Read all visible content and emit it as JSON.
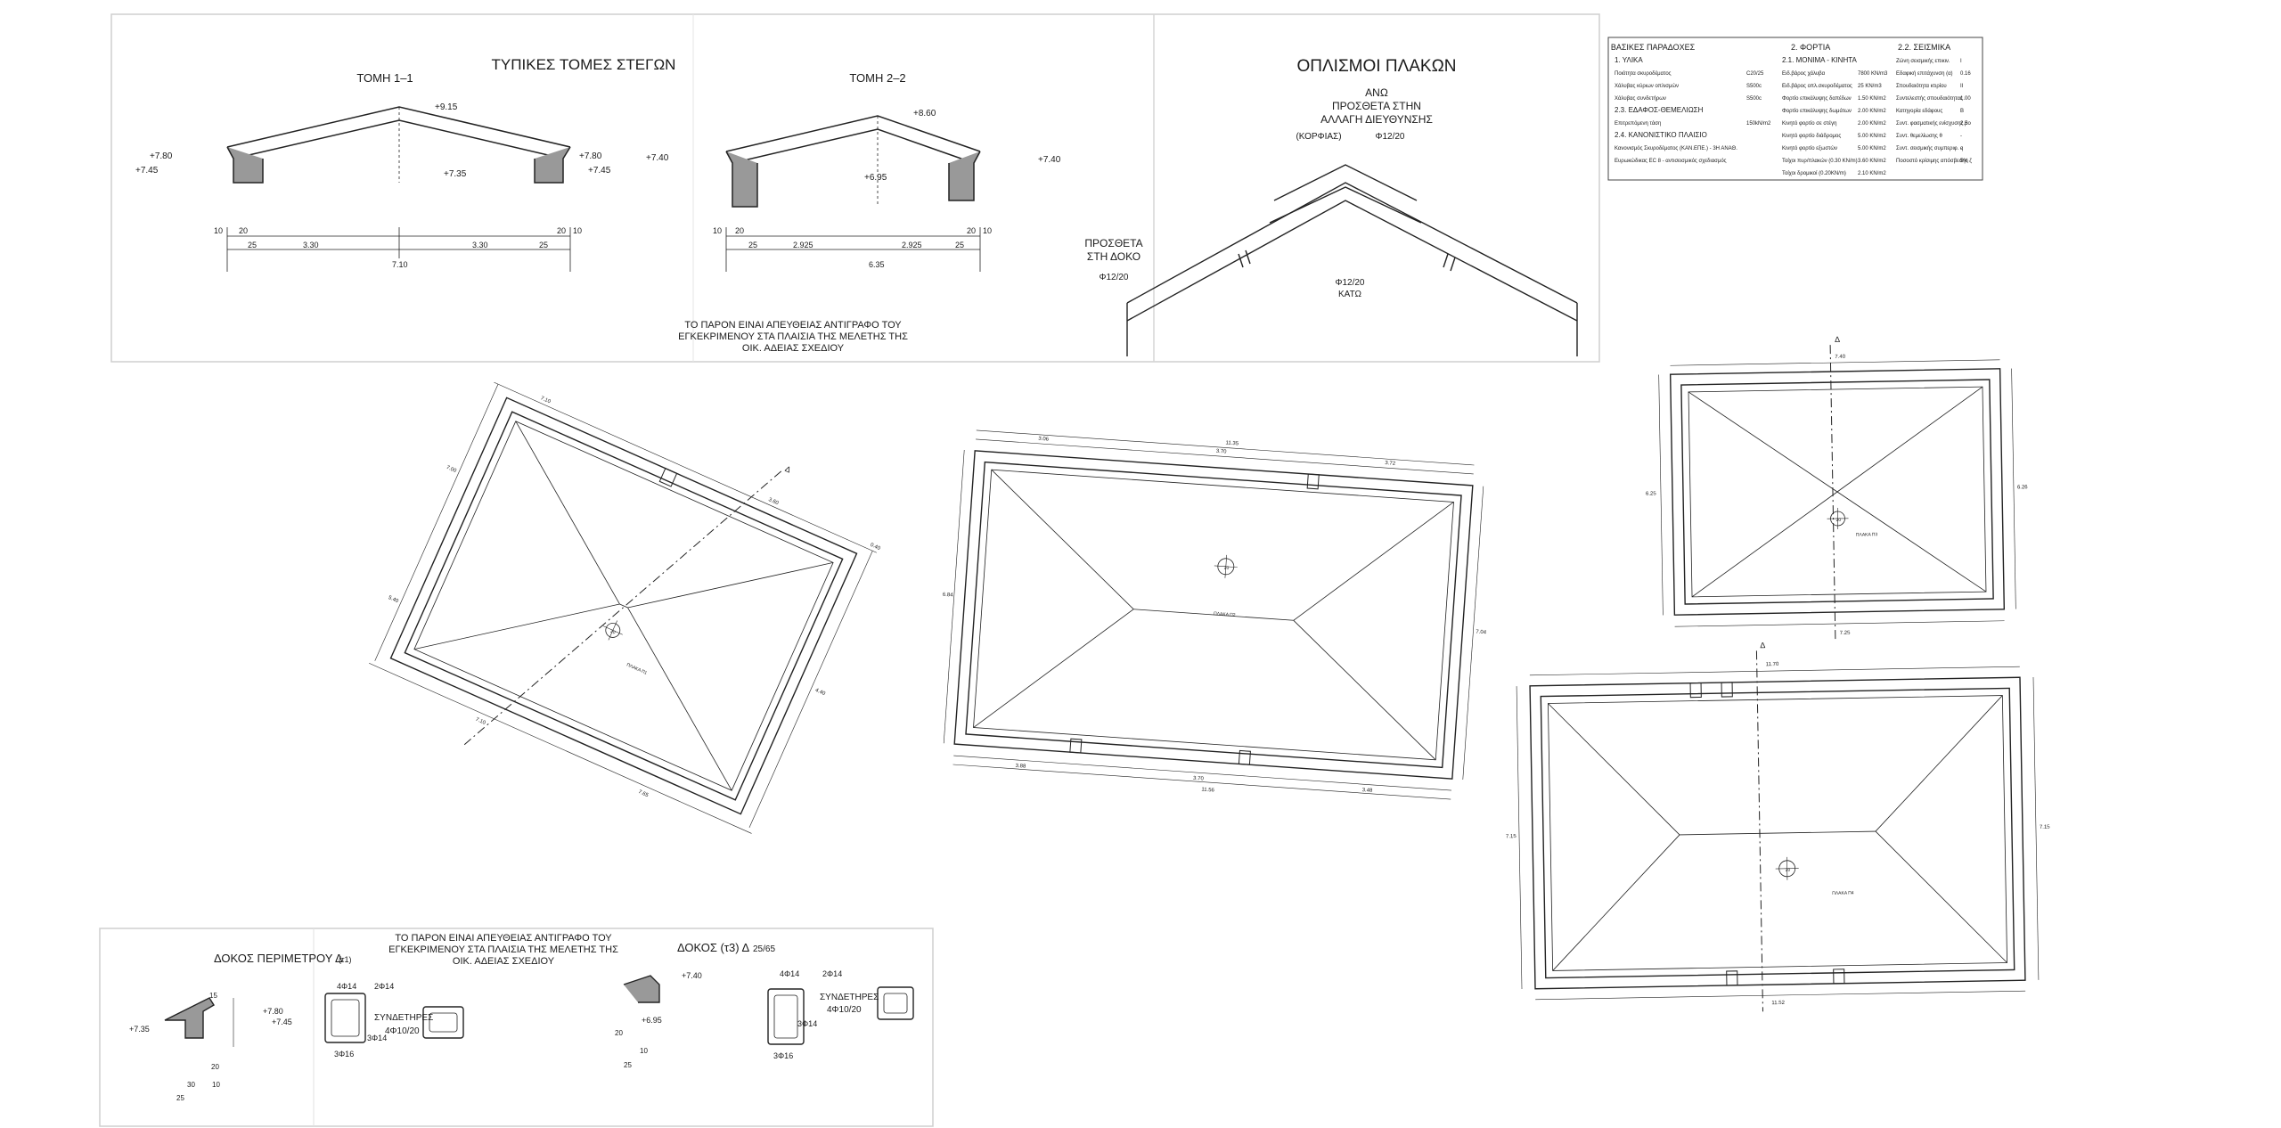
{
  "sheet": {
    "top_left": {
      "title": "ΤΥΠΙΚΕΣ ΤΟΜΕΣ ΣΤΕΓΩΝ",
      "section1": {
        "title": "ΤΟΜΗ 1–1",
        "levels": [
          "+9.15",
          "+7.80",
          "+7.45",
          "+7.35",
          "+7.80",
          "+7.45"
        ],
        "dims": [
          "10",
          "20",
          "25",
          "3.30",
          "3.30",
          "25",
          "20",
          "10"
        ],
        "total": "7.10"
      },
      "section2": {
        "title": "ΤΟΜΗ 2–2",
        "levels": [
          "+8.60",
          "+7.40",
          "+6.95",
          "+7.40"
        ],
        "dims": [
          "10",
          "20",
          "25",
          "2.925",
          "2.925",
          "25",
          "20",
          "10"
        ],
        "total": "6.35"
      },
      "note": [
        "ΤΟ ΠΑΡΟΝ ΕΙΝΑΙ ΑΠΕΥΘΕΙΑΣ ΑΝΤΙΓΡΑΦΟ ΤΟΥ",
        "ΕΓΚΕΚΡΙΜΕΝΟΥ ΣΤΑ ΠΛΑΙΣΙΑ ΤΗΣ ΜΕΛΕΤΗΣ ΤΗΣ",
        "ΟΙΚ. ΑΔΕΙΑΣ ΣΧΕΔΙΟΥ"
      ]
    },
    "reinforcement": {
      "title": "ΟΠΛΙΣΜΟΙ ΠΛΑΚΩΝ",
      "top_label": [
        "ΑΝΩ",
        "ΠΡΟΣΘΕΤΑ ΣΤΗΝ",
        "ΑΛΛΑΓΗ ΔΙΕΥΘΥΝΣΗΣ"
      ],
      "ridge": "(ΚΟΡΦΙΑΣ)",
      "top_bar": "Φ12/20",
      "beam_label": [
        "ΠΡΟΣΘΕΤΑ",
        "ΣΤΗ ΔΟΚΟ"
      ],
      "beam_bar": "Φ12/20",
      "bottom_bar": "Φ12/20",
      "bottom_label": "ΚΑΤΩ"
    },
    "assumptions": {
      "title": "ΒΑΣΙΚΕΣ ΠΑΡΑΔΟΧΕΣ",
      "col1": [
        {
          "h": "1. ΥΛΙΚΑ"
        },
        {
          "k": "Ποιότητα σκυροδέματος",
          "v": "C20/25"
        },
        {
          "k": "Χάλυβας κύριων οπλισμών",
          "v": "S500c"
        },
        {
          "k": "Χάλυβας συνδετήρων",
          "v": "S500c"
        },
        {
          "h": "2.3. ΕΔΑΦΟΣ-ΘΕΜΕΛΙΩΣΗ"
        },
        {
          "k": "Επιτρεπόμενη τάση",
          "v": "150kN/m2"
        },
        {
          "h": "2.4. ΚΑΝΟΝΙΣΤΙΚΟ ΠΛΑΙΣΙΟ"
        },
        {
          "k": "Κανονισμός Σκυροδέματος (ΚΑΝ.ΕΠΕ.) - 3Η ΑΝΑΘ."
        },
        {
          "k": "Ευρωκώδικας EC 8 - αντισεισμικός σχεδιασμός"
        }
      ],
      "col2_title": "2. ΦΟΡΤΙΑ",
      "col2": [
        {
          "h": "2.1. ΜΟΝΙΜΑ - ΚΙΝΗΤΑ"
        },
        {
          "k": "Ειδ.βάρος χάλυβα",
          "v": "7800 KN/m3"
        },
        {
          "k": "Ειδ.βάρος οπλ.σκυροδέματος",
          "v": "25 KN/m3"
        },
        {
          "k": "Φορτίο επικάλυψης δαπέδων",
          "v": "1.50 KN/m2"
        },
        {
          "k": "Φορτίο επικάλυψης δωμάτων",
          "v": "2.00 KN/m2"
        },
        {
          "k": "Κινητό φορτίο σε στέγη",
          "v": "2.00 KN/m2"
        },
        {
          "k": "Κινητό φορτίο διάδρομος",
          "v": "5.00 KN/m2"
        },
        {
          "k": "Κινητό φορτίο εξωστών",
          "v": "5.00 KN/m2"
        },
        {
          "k": "Τοίχοι πυρ/πλακών (0.30 KN/m)",
          "v": "3.60 KN/m2"
        },
        {
          "k": "Τοίχοι δρομικοί (0.20KN/m)",
          "v": "2.10 KN/m2"
        }
      ],
      "col3_title": "2.2. ΣΕΙΣΜΙΚΑ",
      "col3": [
        {
          "k": "Ζώνη σεισμικής επικιν.",
          "v": "I"
        },
        {
          "k": "Εδαφική επιτάχυνση (α)",
          "v": "0.16"
        },
        {
          "k": "Σπουδαιότητα κτιρίου",
          "v": "ΙΙ"
        },
        {
          "k": "Συντελεστής σπουδαιότητας",
          "v": "1.00"
        },
        {
          "k": "Κατηγορία εδάφους",
          "v": "Β"
        },
        {
          "k": "Συντ. φασματικής ενίσχυσης βο",
          "v": "2.5"
        },
        {
          "k": "Συντ. θεμελίωσης θ",
          "v": "-"
        },
        {
          "k": "Συντ. σεισμικής συμπεριφ. q",
          "v": "-"
        },
        {
          "k": "Ποσοστό κρίσιμης απόσβεσης ζ",
          "v": "5%"
        }
      ]
    },
    "plan1": {
      "dims": [
        "7.10",
        "3.60",
        "0.40",
        "4.40",
        "7.00",
        "5.40",
        "7.10",
        "7.65"
      ],
      "center_label": "20",
      "slab": "ΠΛΑΚΑ Π1",
      "section_mark": "Δ"
    },
    "plan2": {
      "dims": [
        "11.35",
        "3.06",
        "3.70",
        "3.72",
        "6.84",
        "7.04",
        "11.56",
        "3.88",
        "3.70",
        "3.48"
      ],
      "center_label": "20",
      "slab": "ΠΛΑΚΑ Π2"
    },
    "plan3": {
      "dims": [
        "7.40",
        "6.25",
        "6.26",
        "7.25"
      ],
      "center_label": "20",
      "slab": "ΠΛΑΚΑ Π3",
      "section_mark": "Δ"
    },
    "plan4": {
      "dims": [
        "11.70",
        "7.15",
        "7.15",
        "11.52"
      ],
      "center_label": "20",
      "slab": "ΠΛΑΚΑ Π4",
      "section_mark": "Δ"
    },
    "bottom_left": {
      "note": [
        "ΤΟ ΠΑΡΟΝ ΕΙΝΑΙ ΑΠΕΥΘΕΙΑΣ ΑΝΤΙΓΡΑΦΟ ΤΟΥ",
        "ΕΓΚΕΚΡΙΜΕΝΟΥ ΣΤΑ ΠΛΑΙΣΙΑ ΤΗΣ ΜΕΛΕΤΗΣ ΤΗΣ",
        "ΟΙΚ. ΑΔΕΙΑΣ ΣΧΕΔΙΟΥ"
      ],
      "beam1_title": "ΔΟΚΟΣ ΠΕΡΙΜΕΤΡΟΥ Δ",
      "beam1_sub": "(τ1)",
      "beam1_levels": [
        "+7.80",
        "+7.45",
        "+7.35"
      ],
      "beam1_bars": [
        "4Φ14",
        "2Φ14",
        "3Φ14",
        "3Φ16"
      ],
      "beam1_stirrups": [
        "ΣΥΝΔΕΤΗΡΕΣ",
        "4Φ10/20"
      ],
      "beam1_dims": [
        "15",
        "20",
        "25",
        "10",
        "30"
      ],
      "beam2_title": "ΔΟΚΟΣ (τ3) Δ",
      "beam2_sub": "25/65",
      "beam2_levels": [
        "+7.40",
        "+6.95"
      ],
      "beam2_bars": [
        "4Φ14",
        "2Φ14",
        "3Φ14",
        "3Φ16"
      ],
      "beam2_stirrups": [
        "ΣΥΝΔΕΤΗΡΕΣ",
        "4Φ10/20"
      ],
      "beam2_dims": [
        "20",
        "10",
        "25"
      ]
    }
  }
}
